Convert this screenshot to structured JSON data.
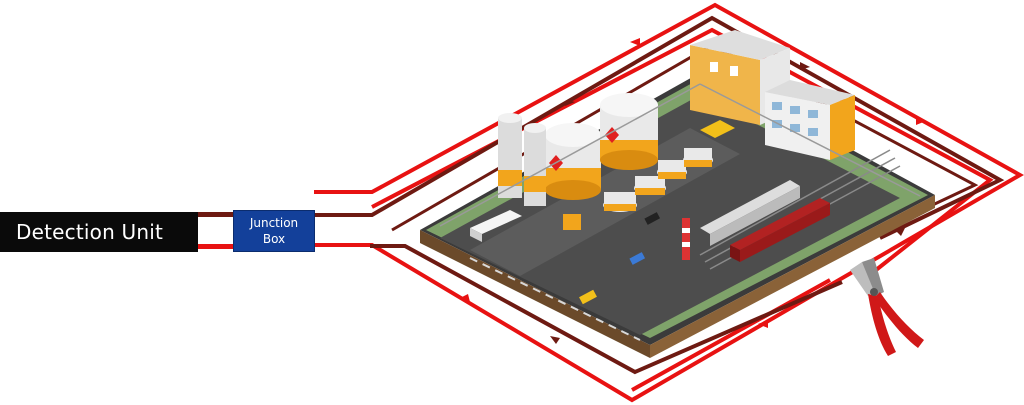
{
  "detection_unit": {
    "label": "Detection Unit"
  },
  "junction_box": {
    "line1": "Junction",
    "line2": "Box"
  },
  "colors": {
    "sensor_cable_red": "#e81212",
    "sensor_cable_dark": "#6e1a12",
    "unit_bg": "#0a0a0a",
    "junction_bg": "#13409a"
  },
  "icons": {
    "facility": "industrial-plant-illustration",
    "cutter": "wire-cutter-pliers-icon"
  }
}
